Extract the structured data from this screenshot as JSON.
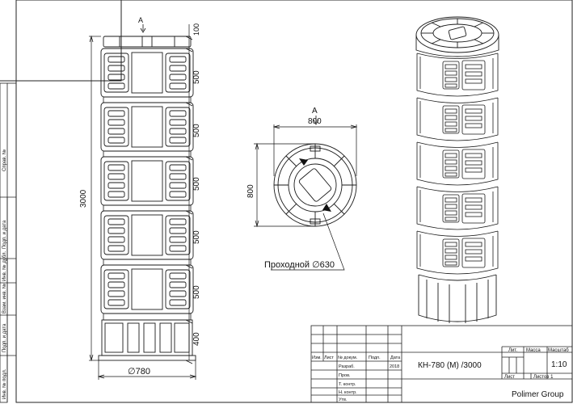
{
  "side_strip": {
    "sprav": "Справ. №",
    "podp_data_1": "Подп. и дата",
    "inv_dubl": "Инв. № дубл.",
    "vzam_inv": "Взам. инв. №",
    "podp_data_2": "Подп. и дата",
    "inv_podl": "Инв. № подл."
  },
  "front_view": {
    "view_marker": "А",
    "dim_total": "3000",
    "dims_right": [
      "100",
      "500",
      "500",
      "500",
      "500",
      "500",
      "400"
    ],
    "dim_diameter": "∅780",
    "ring_count": 5
  },
  "top_view": {
    "view_marker": "А",
    "dim_width": "800",
    "dim_height": "800",
    "passage_label": "Проходной ∅630"
  },
  "title_block": {
    "col_headers": [
      "Изм.",
      "Лист",
      "№ докум.",
      "Подп.",
      "Дата"
    ],
    "roles": [
      "Разраб.",
      "Пров.",
      "Т. контр.",
      "",
      "Н. контр.",
      "Утв."
    ],
    "date": "2018",
    "designation": "КН-780 (М) /3000",
    "lit_label": "Лит.",
    "mass_label": "Масса",
    "scale_label": "Масштаб",
    "scale": "1:10",
    "sheet_label": "Лист",
    "sheets_label": "Листов 1",
    "company": "Polimer Group"
  }
}
